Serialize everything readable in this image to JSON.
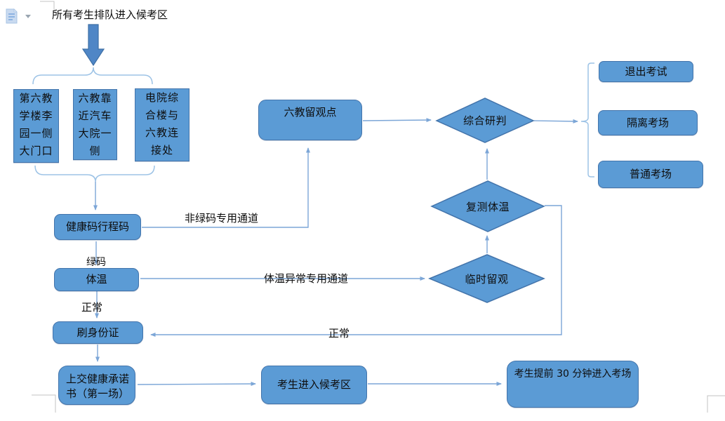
{
  "window": {
    "doc_icon": "document-options-icon"
  },
  "flow": {
    "start_label": "所有考生排队进入候考区",
    "entrances": [
      "第六教学楼李园一侧大门口",
      "六教靠近汽车大院一侧",
      "电院综合楼与六教连接处"
    ],
    "health_code": "健康码行程码",
    "temperature": "体温",
    "id_check": "刷身份证",
    "commitment": "上交健康承诺书（第一场）",
    "waiting_area": "考生进入候考区",
    "enter_exam": "考生提前 30 分钟进入考场",
    "observation_point": "六教留观点",
    "judgement": "综合研判",
    "retest": "复测体温",
    "temp_observation": "临时留观",
    "outcomes": [
      "退出考试",
      "隔离考场",
      "普通考场"
    ],
    "edge_labels": {
      "non_green": "非绿码专用通道",
      "green": "绿码",
      "temp_abnormal": "体温异常专用通道",
      "normal_temp": "正常",
      "normal_retest": "正常"
    },
    "colors": {
      "node_fill": "#5b9bd5",
      "node_border": "#4374ab",
      "connector": "#7ca6d7",
      "brace": "#9dc3e6",
      "block_arrow": "#4f86c6"
    }
  }
}
